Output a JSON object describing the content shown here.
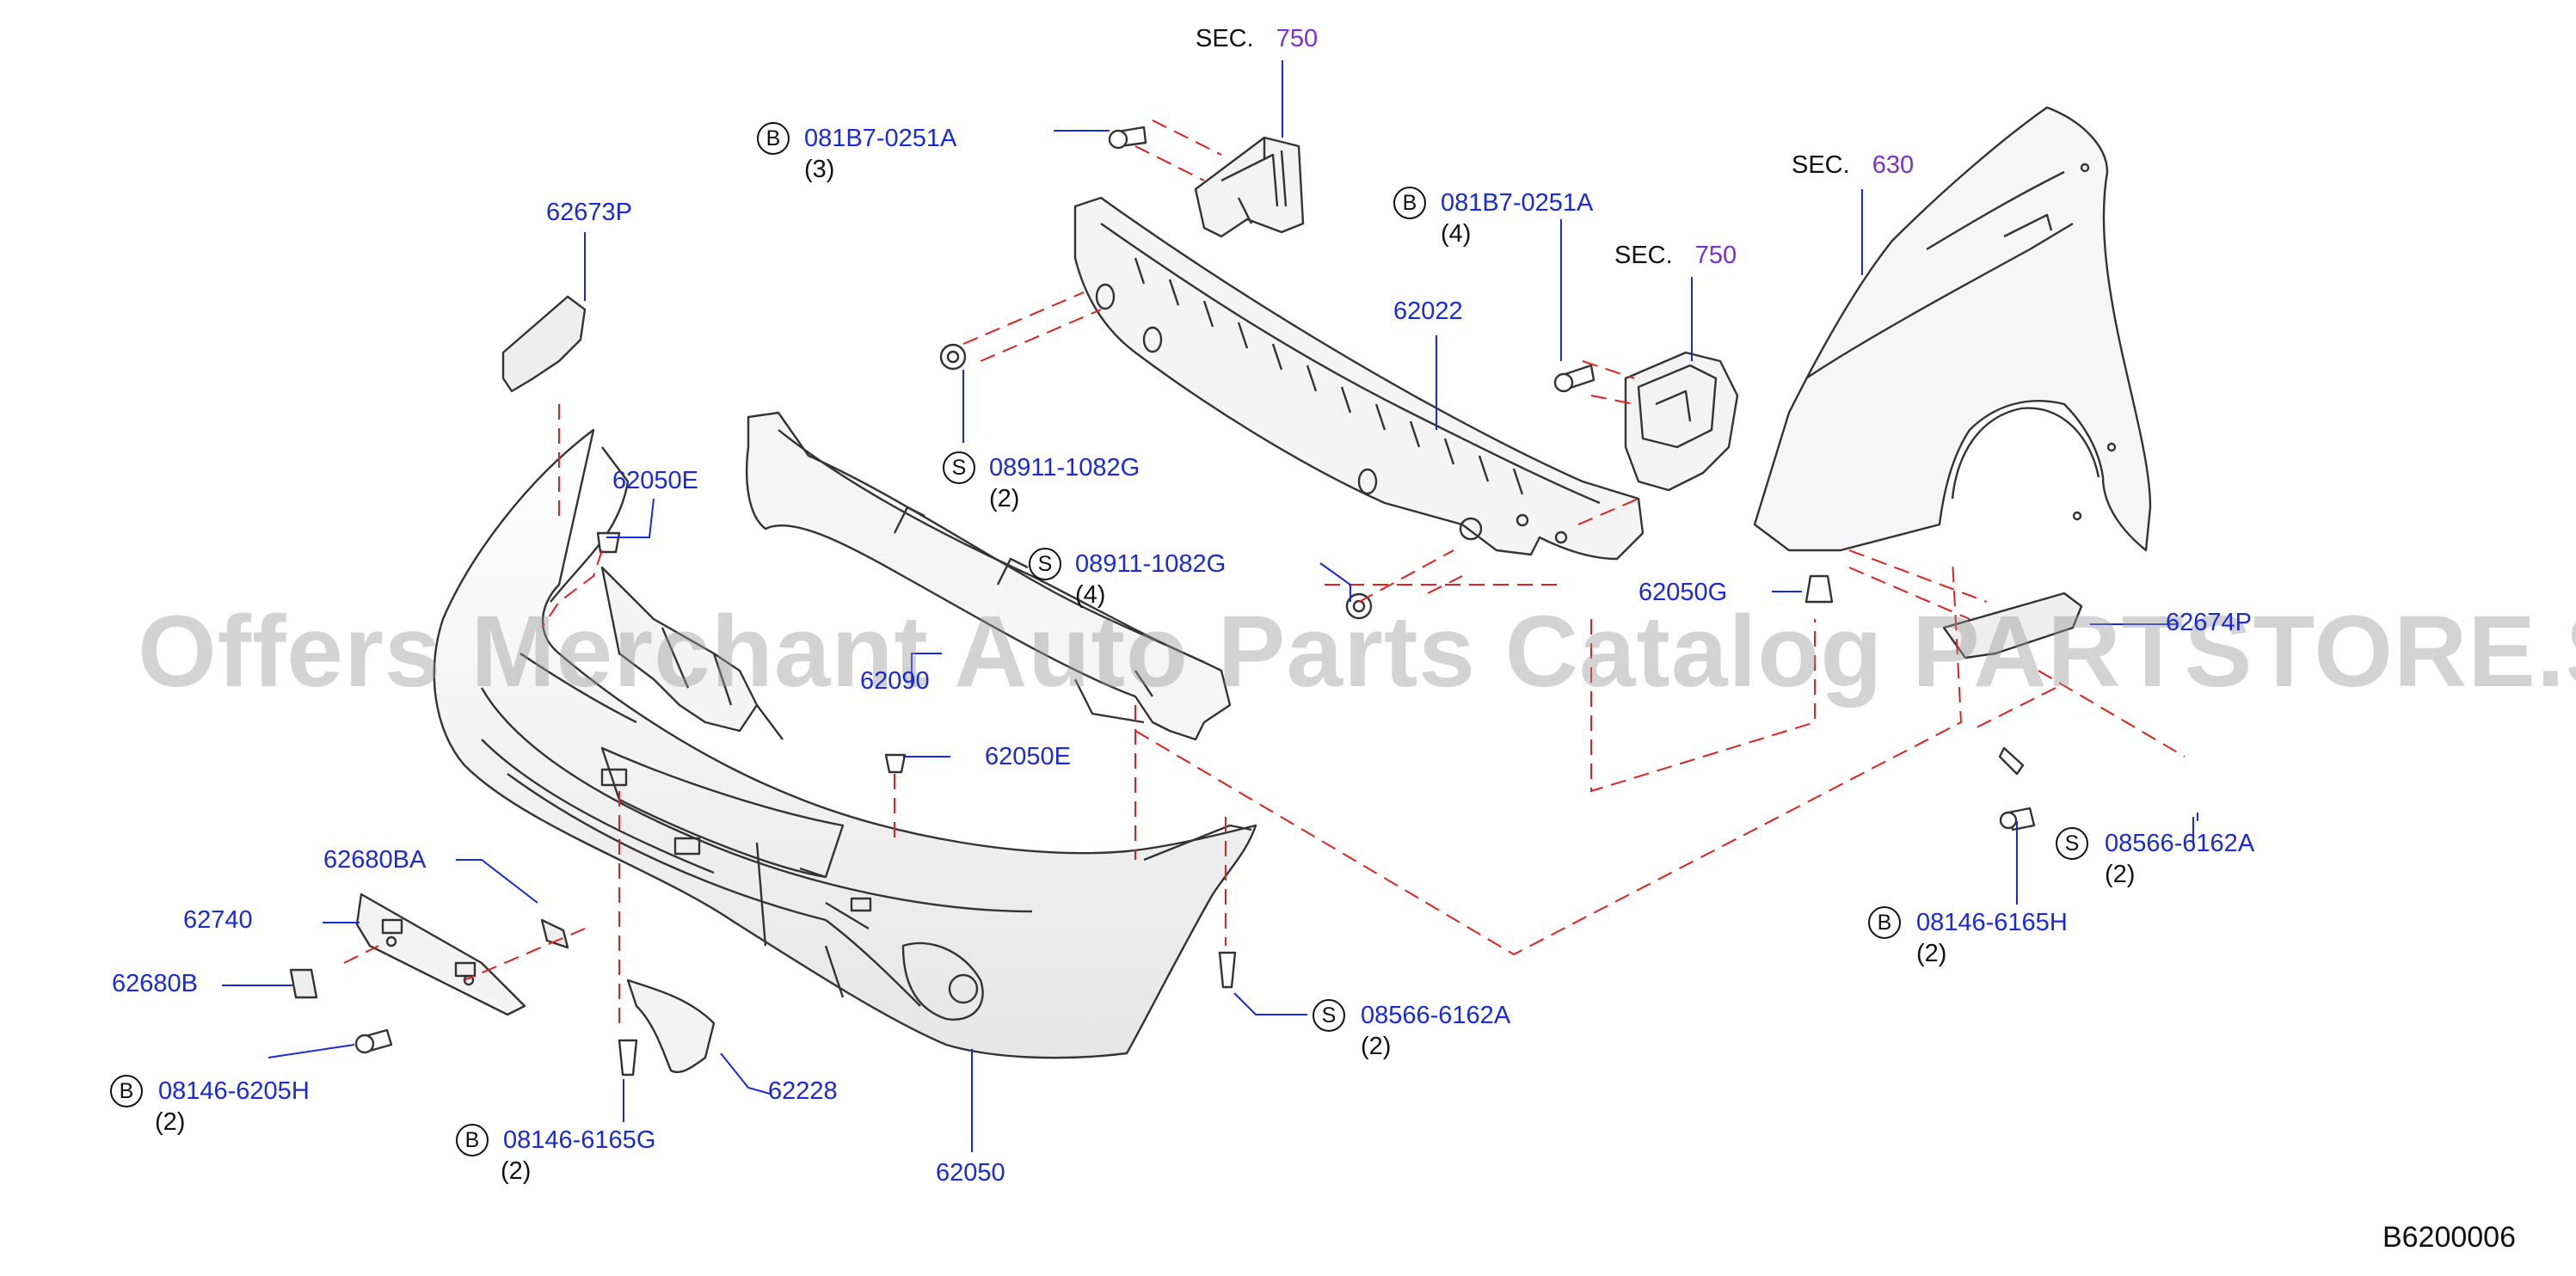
{
  "labels": {
    "sec750_top": {
      "prefix": "SEC.",
      "num": "750"
    },
    "sec750_right": {
      "prefix": "SEC.",
      "num": "750"
    },
    "sec630": {
      "prefix": "SEC.",
      "num": "630"
    },
    "b_081B7_left": {
      "badge": "B",
      "pn": "081B7-0251A",
      "qty": "(3)"
    },
    "b_081B7_right": {
      "badge": "B",
      "pn": "081B7-0251A",
      "qty": "(4)"
    },
    "p62673P": "62673P",
    "p62022": "62022",
    "s_08911_top": {
      "badge": "S",
      "pn": "08911-1082G",
      "qty": "(2)"
    },
    "s_08911_mid": {
      "badge": "S",
      "pn": "08911-1082G",
      "qty": "(4)"
    },
    "p62050E_top": "62050E",
    "p62050G": "62050G",
    "p62674P": "62674P",
    "p62090": "62090",
    "p62050E_mid": "62050E",
    "s_08566_right": {
      "badge": "S",
      "pn": "08566-6162A",
      "qty": "(2)"
    },
    "b_08146H": {
      "badge": "B",
      "pn": "08146-6165H",
      "qty": "(2)"
    },
    "p62680BA": "62680BA",
    "p62740": "62740",
    "p62680B": "62680B",
    "b_08146_6205H": {
      "badge": "B",
      "pn": "08146-6205H",
      "qty": "(2)"
    },
    "b_08146G": {
      "badge": "B",
      "pn": "08146-6165G",
      "qty": "(2)"
    },
    "p62228": "62228",
    "s_08566_bottom": {
      "badge": "S",
      "pn": "08566-6162A",
      "qty": "(2)"
    },
    "p62050": "62050"
  },
  "watermark": "Offers Merchant Auto Parts Catalog PARTSTORE.SA",
  "diagram_code": "B6200006",
  "colors": {
    "part_number": "#1a2ad8",
    "section_number": "#7a2fd0",
    "dashed_line": "#e02020",
    "outline": "#333333"
  }
}
